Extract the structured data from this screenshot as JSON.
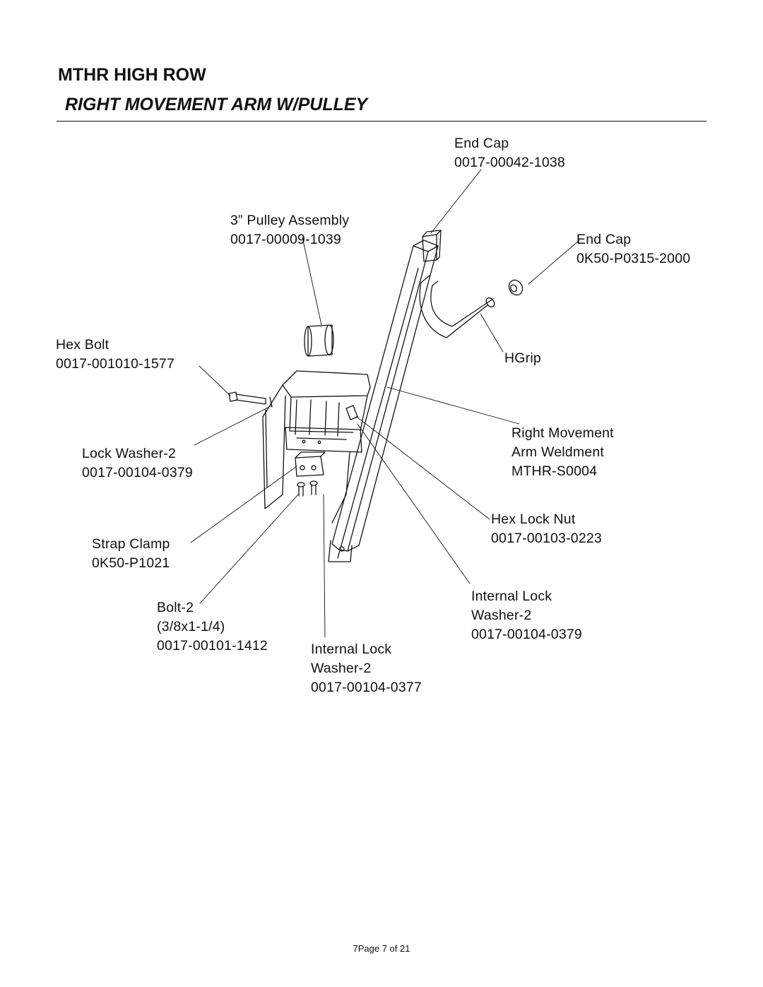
{
  "header": {
    "title": "MTHR HIGH ROW",
    "subtitle": "RIGHT MOVEMENT ARM W/PULLEY"
  },
  "callouts": {
    "end_cap_top": {
      "name": "End Cap",
      "part": "0017-00042-1038"
    },
    "pulley": {
      "name": "3” Pulley Assembly",
      "part": "0017-00009-1039"
    },
    "end_cap_right": {
      "name": "End Cap",
      "part": "0K50-P0315-2000"
    },
    "hex_bolt": {
      "name": "Hex Bolt",
      "part": "0017-001010-1577"
    },
    "hgrip": {
      "name": "HGrip"
    },
    "weldment": {
      "line1": "Right Movement",
      "line2": "Arm Weldment",
      "part": "MTHR-S0004"
    },
    "lock_washer": {
      "name": "Lock Washer-2",
      "part": "0017-00104-0379"
    },
    "hex_lock_nut": {
      "name": "Hex Lock Nut",
      "part": "0017-00103-0223"
    },
    "strap_clamp": {
      "name": "Strap Clamp",
      "part": "0K50-P1021"
    },
    "internal_lock_right": {
      "line1": "Internal Lock",
      "line2": "Washer-2",
      "part": "0017-00104-0379"
    },
    "bolt": {
      "name": "Bolt-2",
      "size": "(3/8x1-1/4)",
      "part": "0017-00101-1412"
    },
    "internal_lock_bottom": {
      "line1": "Internal Lock",
      "line2": "Washer-2",
      "part": "0017-00104-0377"
    }
  },
  "footer": {
    "page": "7Page 7 of 21"
  }
}
